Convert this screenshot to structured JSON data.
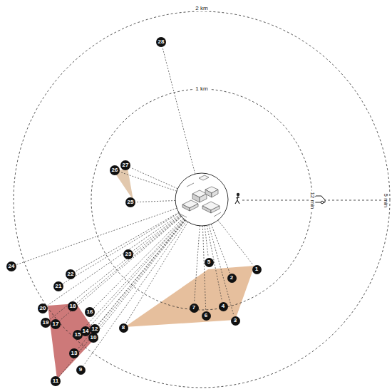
{
  "diagram": {
    "nodes": [
      {
        "text": [
          "1"
        ]
      },
      {
        "text": [
          "2"
        ]
      },
      {
        "text": [
          "3"
        ]
      },
      {
        "text": [
          "4"
        ]
      },
      {
        "text": [
          "5"
        ]
      },
      {
        "text": [
          "6"
        ]
      },
      {
        "text": [
          "7"
        ]
      },
      {
        "text": [
          "8"
        ]
      },
      {
        "text": [
          "9"
        ]
      },
      {
        "text": [
          "10"
        ]
      },
      {
        "text": [
          "11"
        ]
      },
      {
        "text": [
          "12"
        ]
      },
      {
        "text": [
          "13"
        ]
      },
      {
        "text": [
          "14"
        ]
      },
      {
        "text": [
          "15"
        ]
      },
      {
        "text": [
          "16"
        ]
      },
      {
        "text": [
          "17"
        ]
      },
      {
        "text": [
          "18"
        ]
      },
      {
        "text": [
          "19"
        ]
      },
      {
        "text": [
          "20"
        ]
      },
      {
        "text": [
          "21"
        ]
      },
      {
        "text": [
          "22"
        ]
      },
      {
        "text": [
          "23"
        ]
      },
      {
        "text": [
          "24"
        ]
      },
      {
        "text": [
          "25"
        ]
      },
      {
        "text": [
          "26"
        ]
      },
      {
        "text": [
          "27"
        ]
      },
      {
        "text": [
          "28"
        ]
      }
    ],
    "labels": [
      "2 km",
      "1 km",
      "12 min",
      "5 min"
    ]
  }
}
